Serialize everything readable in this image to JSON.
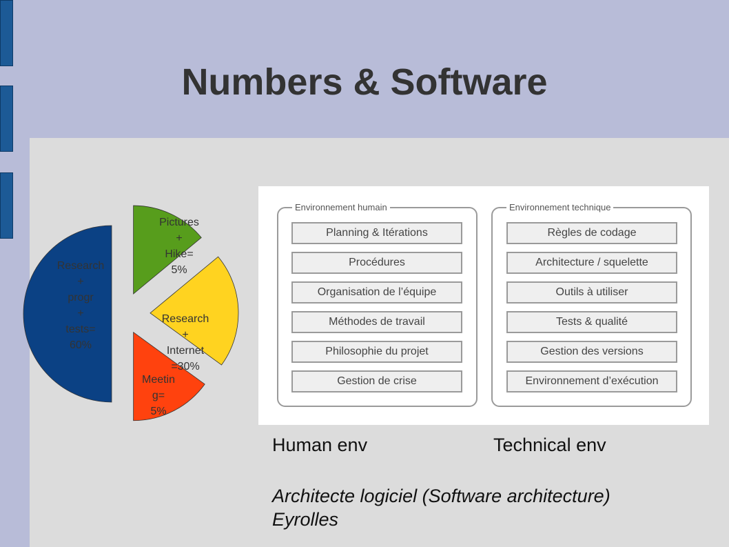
{
  "slide": {
    "title": "Numbers & Software"
  },
  "chart_data": {
    "type": "pie",
    "slices": [
      {
        "label": "Research\n+\nprogr\n+\ntests=\n60%",
        "value": 60,
        "color": "#0b4184"
      },
      {
        "label": "Pictures\n+\nHike=\n5%",
        "value": 5,
        "color": "#579d1c"
      },
      {
        "label": "Research\n+\nInternet\n=30%",
        "value": 30,
        "color": "#ffd320"
      },
      {
        "label": "Meetin\ng=\n5%",
        "value": 5,
        "color": "#ff420e"
      }
    ]
  },
  "diagram": {
    "human": {
      "title": "Environnement humain",
      "items": [
        "Planning & Itérations",
        "Procédures",
        "Organisation de l’équipe",
        "Méthodes de travail",
        "Philosophie du projet",
        "Gestion de crise"
      ]
    },
    "technical": {
      "title": "Environnement technique",
      "items": [
        "Règles de codage",
        "Architecture / squelette",
        "Outils à utiliser",
        "Tests & qualité",
        "Gestion des versions",
        "Environnement d’exécution"
      ]
    }
  },
  "captions": {
    "human": "Human env",
    "technical": "Technical env"
  },
  "reference": {
    "line1": "Architecte logiciel (Software architecture)",
    "line2": "Eyrolles"
  }
}
